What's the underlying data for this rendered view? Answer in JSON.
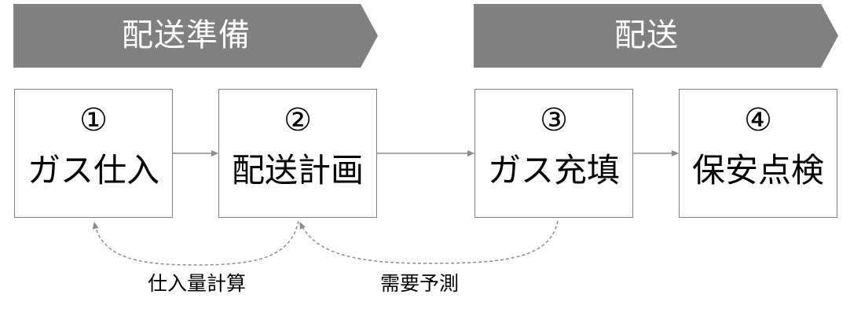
{
  "phases": [
    {
      "label": "配送準備",
      "color": "#808080"
    },
    {
      "label": "配送",
      "color": "#808080"
    }
  ],
  "steps": [
    {
      "number": "①",
      "name": "ガス仕入"
    },
    {
      "number": "②",
      "name": "配送計画"
    },
    {
      "number": "③",
      "name": "ガス充填"
    },
    {
      "number": "④",
      "name": "保安点検"
    }
  ],
  "feedback_loops": [
    {
      "label": "仕入量計算"
    },
    {
      "label": "需要予測"
    }
  ],
  "colors": {
    "phase_fill": "#808080",
    "box_border": "#7f7f7f",
    "connector": "#8c8c8c"
  }
}
